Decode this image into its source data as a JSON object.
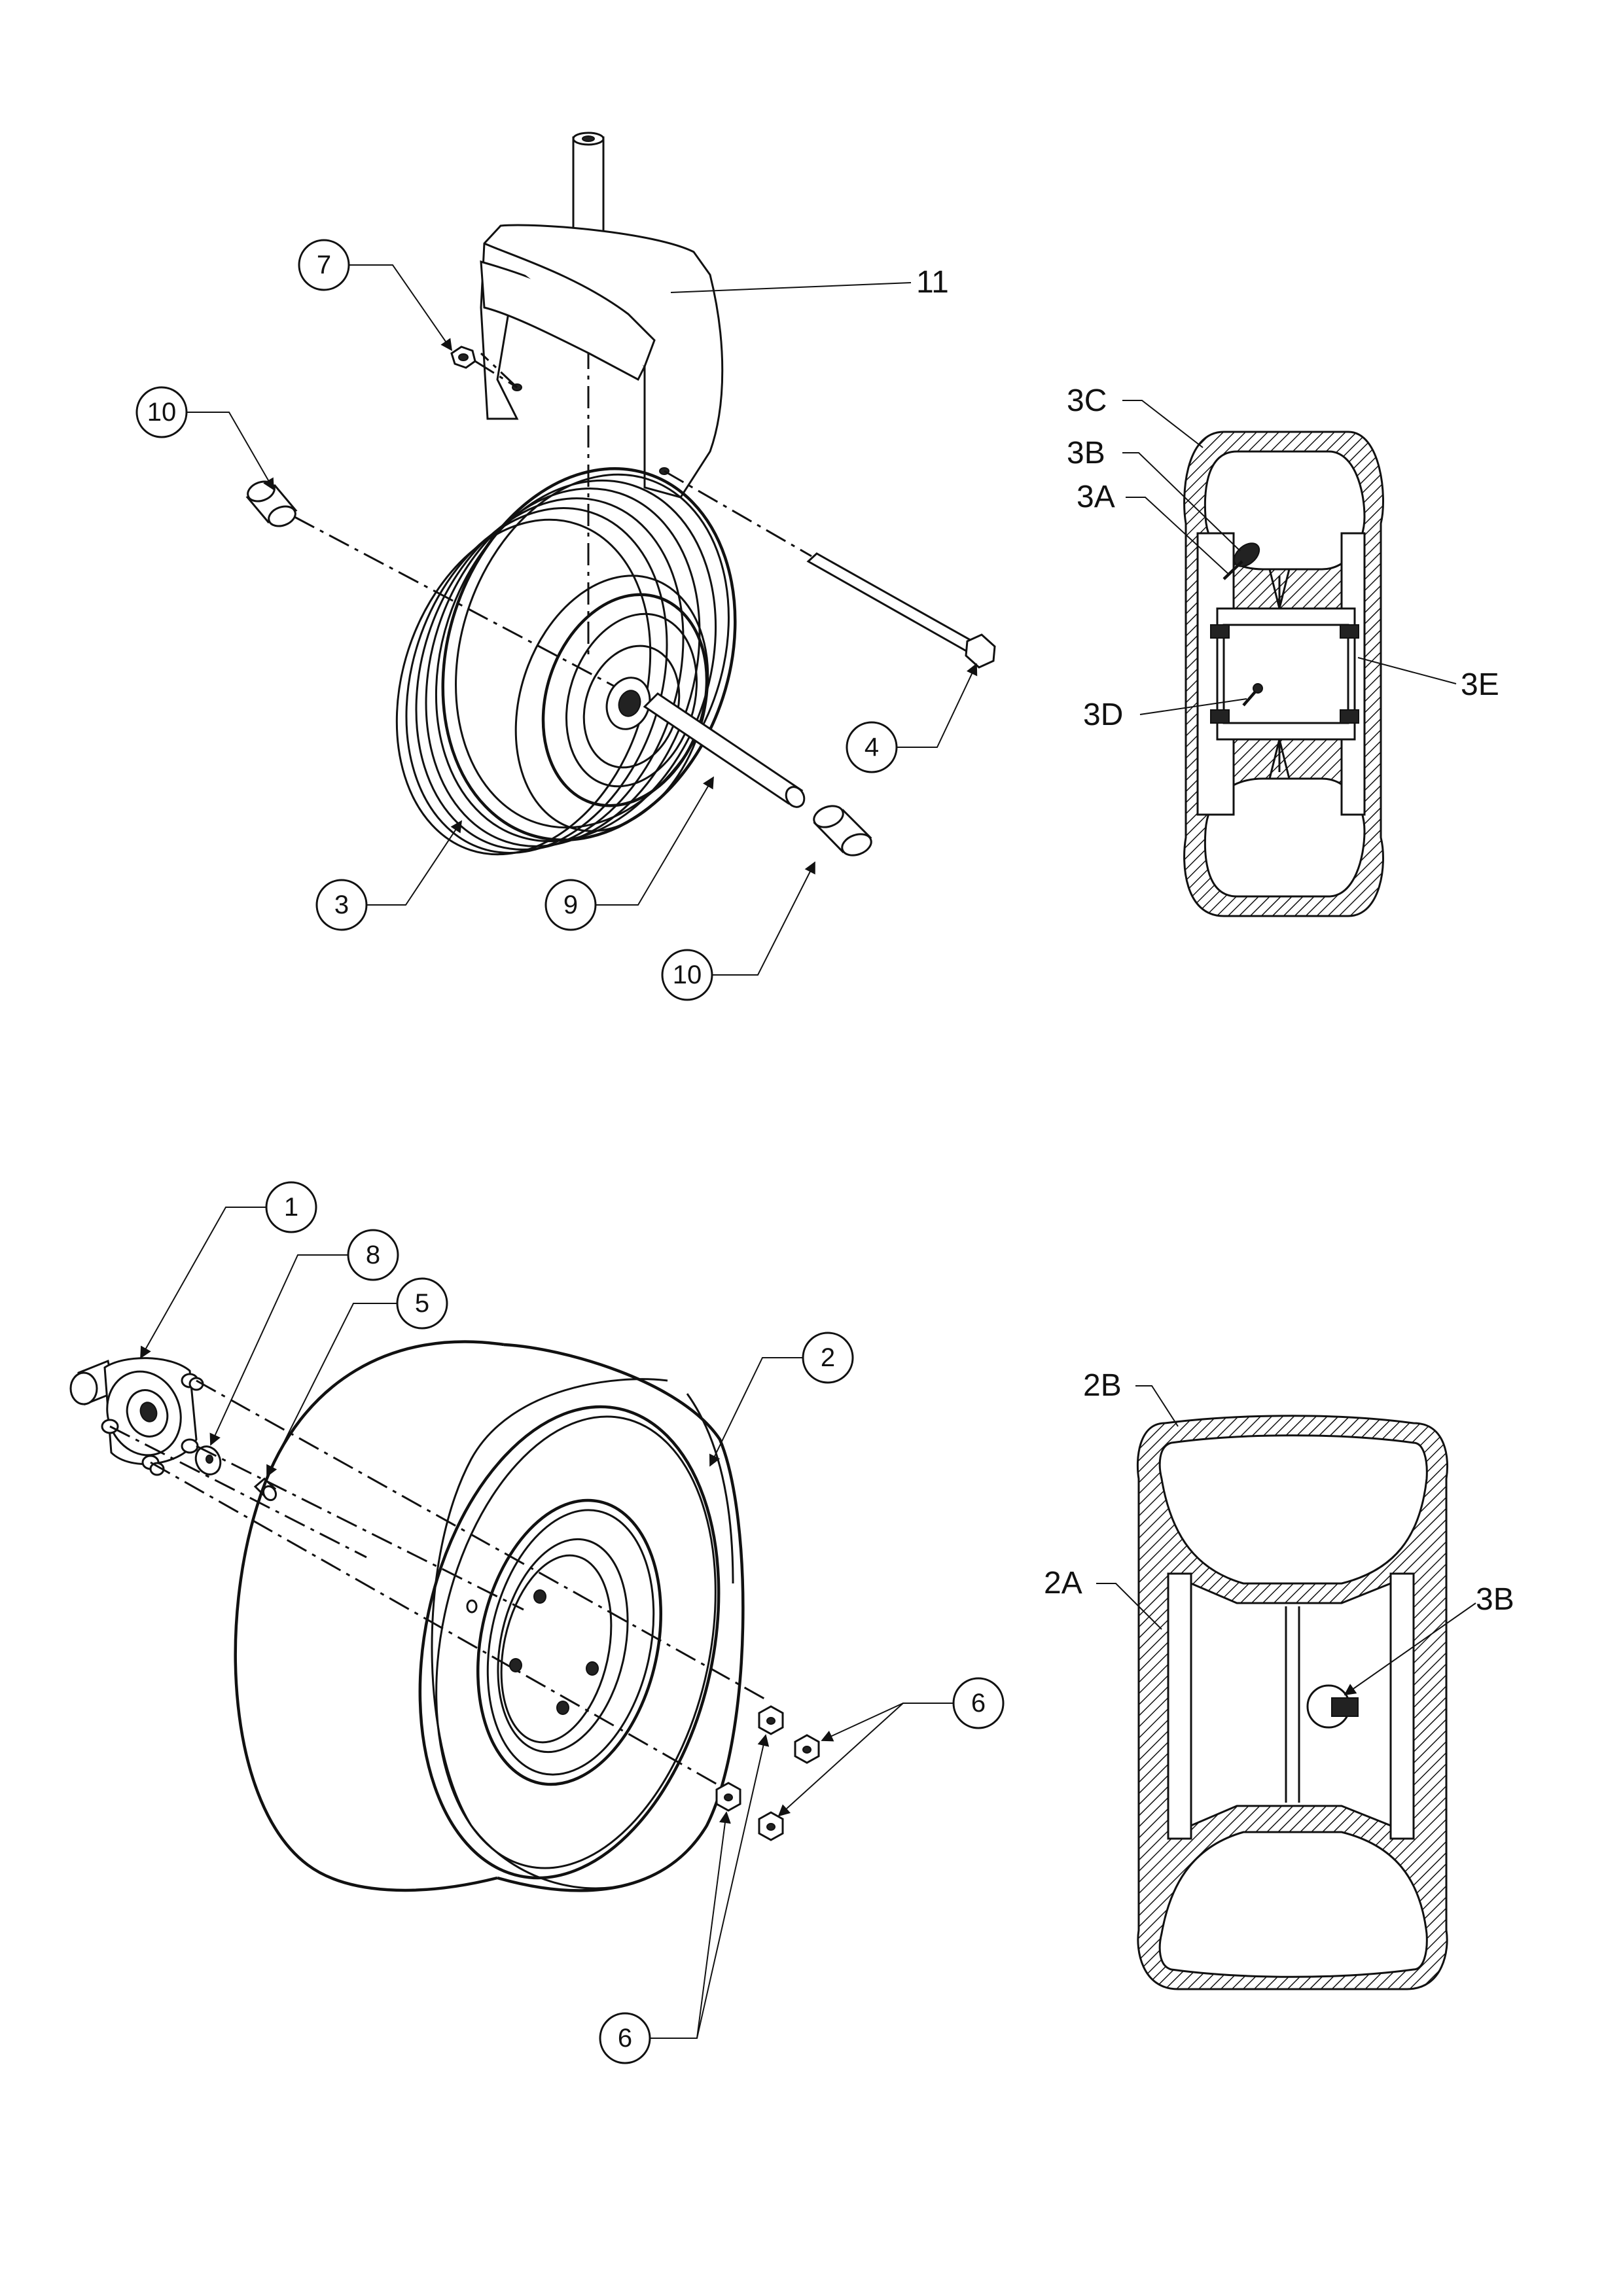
{
  "drawing_code": "",
  "callouts": {
    "c1": "1",
    "c2": "2",
    "c3": "3",
    "c4": "4",
    "c5": "5",
    "c6a": "6",
    "c6b": "6",
    "c7": "7",
    "c8": "8",
    "c9": "9",
    "c10a": "10",
    "c10b": "10",
    "c11": "11"
  },
  "section_labels": {
    "s3c": "3C",
    "s3b": "3B",
    "s3a": "3A",
    "s3d": "3D",
    "s3e": "3E",
    "s2b": "2B",
    "s2a": "2A",
    "s3b_valve": "3B"
  }
}
